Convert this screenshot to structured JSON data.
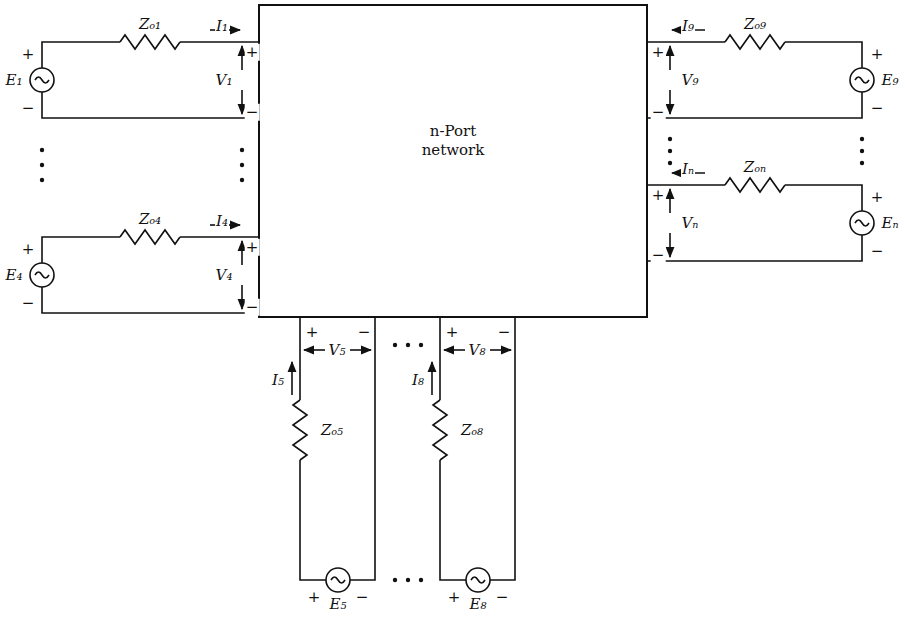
{
  "diagram": {
    "nodes": [
      {
        "text": [
          "n-Port network"
        ]
      }
    ],
    "labels": [
      "I₁",
      "+",
      "V₁",
      "−",
      "E₁",
      "+",
      "−",
      "Zₒ₁",
      "I₄",
      "+",
      "V₄",
      "−",
      "E₄",
      "+",
      "−",
      "Zₒ₄",
      "I₅",
      "+",
      "V₅",
      "−",
      "E₅",
      "+",
      "−",
      "Zₒ₅",
      "I₈",
      "+",
      "V₈",
      "−",
      "E₈",
      "+",
      "−",
      "Zₒ₈",
      "I₉",
      "+",
      "V₉",
      "−",
      "E₉",
      "+",
      "−",
      "Zₒ₉",
      "Iₙ",
      "+",
      "Vₙ",
      "−",
      "Eₙ",
      "+",
      "−",
      "Zₒₙ"
    ]
  }
}
